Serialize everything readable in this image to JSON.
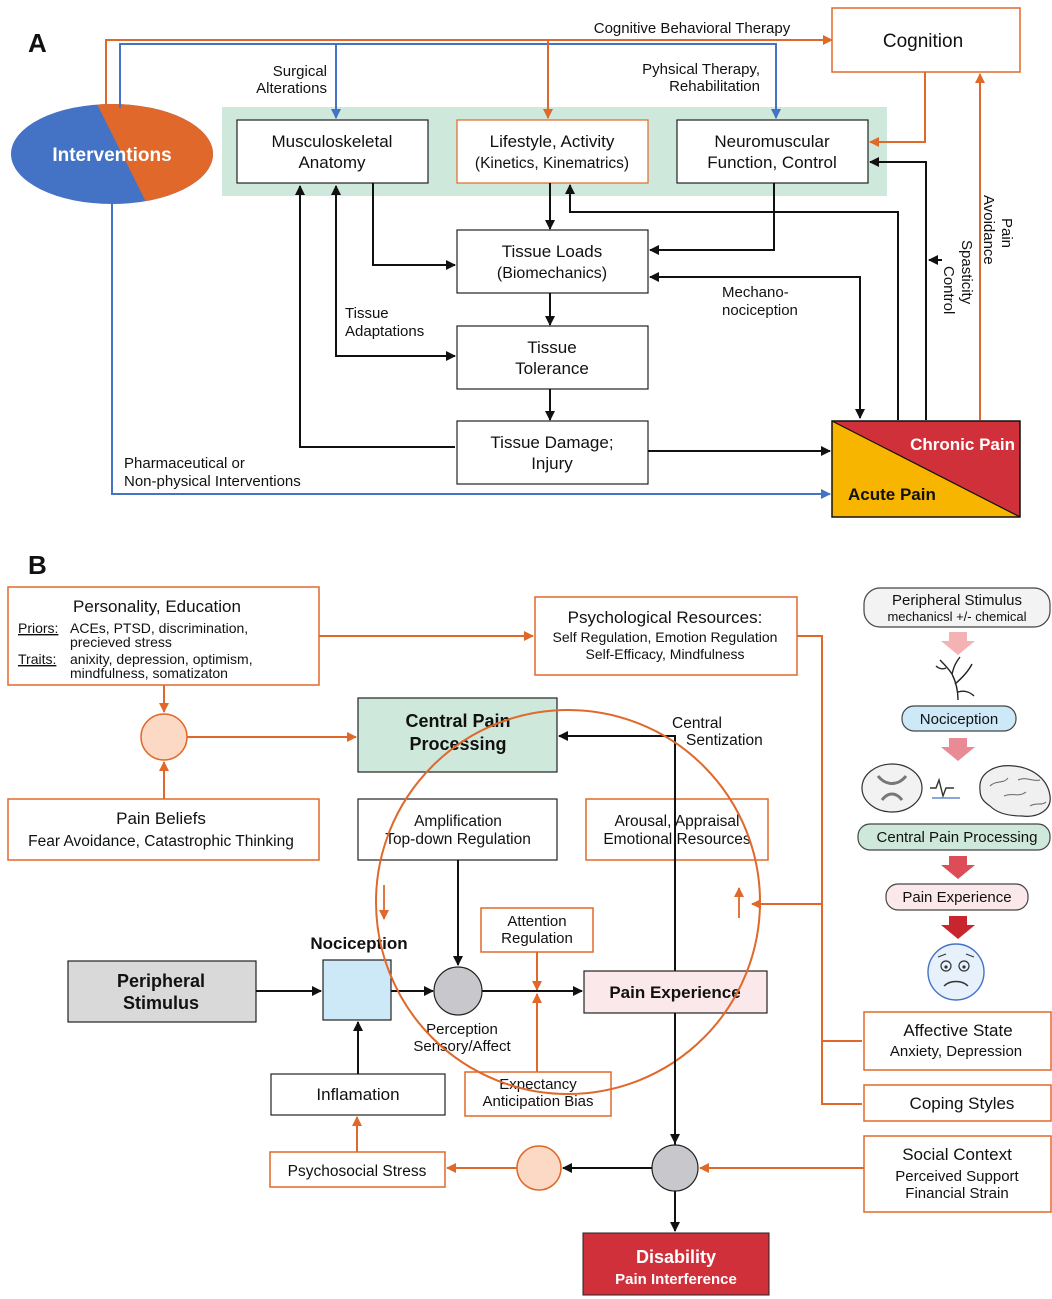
{
  "panel_a": {
    "letter": "A",
    "interventions": "Interventions",
    "cognition": "Cognition",
    "cbt": "Cognitive Behavioral Therapy",
    "surgical": [
      "Surgical",
      "Alterations"
    ],
    "physical_therapy": [
      "Pyhsical Therapy,",
      "Rehabilitation"
    ],
    "musculoskeletal": [
      "Musculoskeletal",
      "Anatomy"
    ],
    "lifestyle": [
      "Lifestyle, Activity",
      "(Kinetics, Kinematrics)"
    ],
    "neuromuscular": [
      "Neuromuscular",
      "Function, Control"
    ],
    "tissue_loads": [
      "Tissue Loads",
      "(Biomechanics)"
    ],
    "tissue_tolerance": [
      "Tissue",
      "Tolerance"
    ],
    "tissue_damage": [
      "Tissue Damage;",
      "Injury"
    ],
    "tissue_adaptations": [
      "Tissue",
      "Adaptations"
    ],
    "mechano": [
      "Mechano-",
      "nociception"
    ],
    "pharma": [
      "Pharmaceutical or",
      "Non-physical Interventions"
    ],
    "spasticity": [
      "Spasticity",
      "Control"
    ],
    "pain_avoidance": [
      "Pain",
      "Avoidance"
    ],
    "chronic_pain": "Chronic Pain",
    "acute_pain": "Acute Pain",
    "colors": {
      "orange": "#e0682a",
      "blue": "#4472c4",
      "green": "#cfe8dc",
      "red": "#d0303a",
      "yellow": "#f7b500"
    }
  },
  "panel_b": {
    "letter": "B",
    "personality": {
      "title": "Personality, Education",
      "priors_label": "Priors:",
      "priors_lines": [
        "ACEs, PTSD, discrimination,",
        "precieved stress"
      ],
      "traits_label": "Traits:",
      "traits_lines": [
        "anixity, depression, optimism,",
        "mindfulness, somatizaton"
      ]
    },
    "psych_resources": [
      "Psychological Resources:",
      "Self Regulation, Emotion Regulation",
      "Self-Efficacy, Mindfulness"
    ],
    "central_pain": [
      "Central Pain",
      "Processing"
    ],
    "central_sentization": [
      "Central",
      "Sentization"
    ],
    "pain_beliefs": [
      "Pain Beliefs",
      "Fear Avoidance, Catastrophic Thinking"
    ],
    "amplification": [
      "Amplification",
      "Top-down Regulation"
    ],
    "arousal": [
      "Arousal, Appraisal",
      "Emotional Resources"
    ],
    "attention": [
      "Attention",
      "Regulation"
    ],
    "nociception": "Nociception",
    "peripheral": [
      "Peripheral",
      "Stimulus"
    ],
    "perception": [
      "Perception",
      "Sensory/Affect"
    ],
    "pain_experience": "Pain Experience",
    "inflamation": "Inflamation",
    "expectancy": [
      "Expectancy",
      "Anticipation Bias"
    ],
    "psychosocial": "Psychosocial Stress",
    "disability": [
      "Disability",
      "Pain Interference"
    ],
    "affective": [
      "Affective State",
      "Anxiety, Depression"
    ],
    "coping": "Coping Styles",
    "social": [
      "Social Context",
      "Perceived Support",
      "Financial Strain"
    ],
    "flow": {
      "peripheral": [
        "Peripheral Stimulus",
        "mechanicsl +/- chemical"
      ],
      "nociception": "Nociception",
      "central": "Central Pain Processing",
      "experience": "Pain Experience"
    }
  }
}
